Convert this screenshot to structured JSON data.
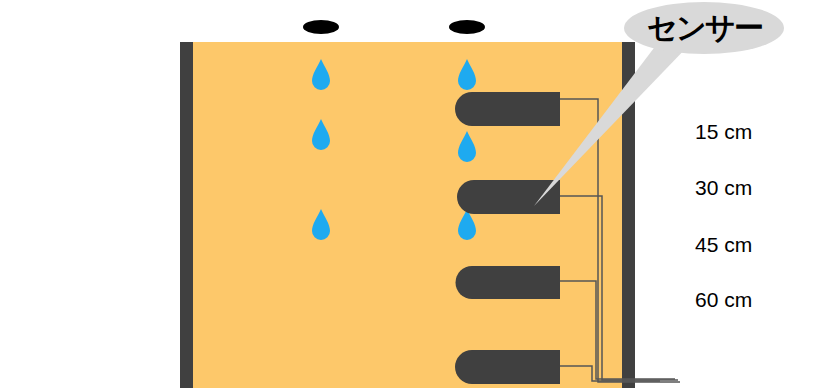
{
  "diagram": {
    "nodes": [
      {
        "text": [
          "センサー"
        ]
      }
    ],
    "labels": [
      "15 cm",
      "30 cm",
      "45 cm",
      "60 cm"
    ]
  }
}
